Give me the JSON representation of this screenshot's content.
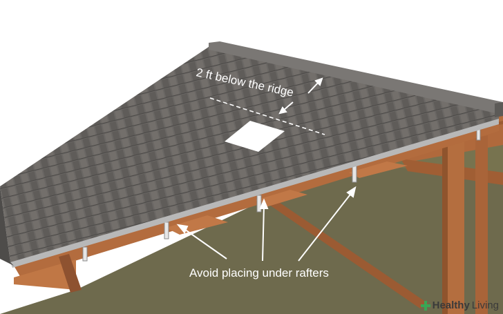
{
  "labels": {
    "ridge_note": "2 ft below the ridge",
    "rafter_note": "Avoid placing under rafters"
  },
  "brand": {
    "name_bold": "Healthy",
    "name_regular": "Living"
  },
  "colors": {
    "shingle": "#6a6764",
    "ground": "#6e6a4d",
    "wood": "#b0693c",
    "annotation": "#ffffff",
    "brand_accent": "#3aa655"
  },
  "icons": {
    "logo": "health-cross-icon"
  }
}
